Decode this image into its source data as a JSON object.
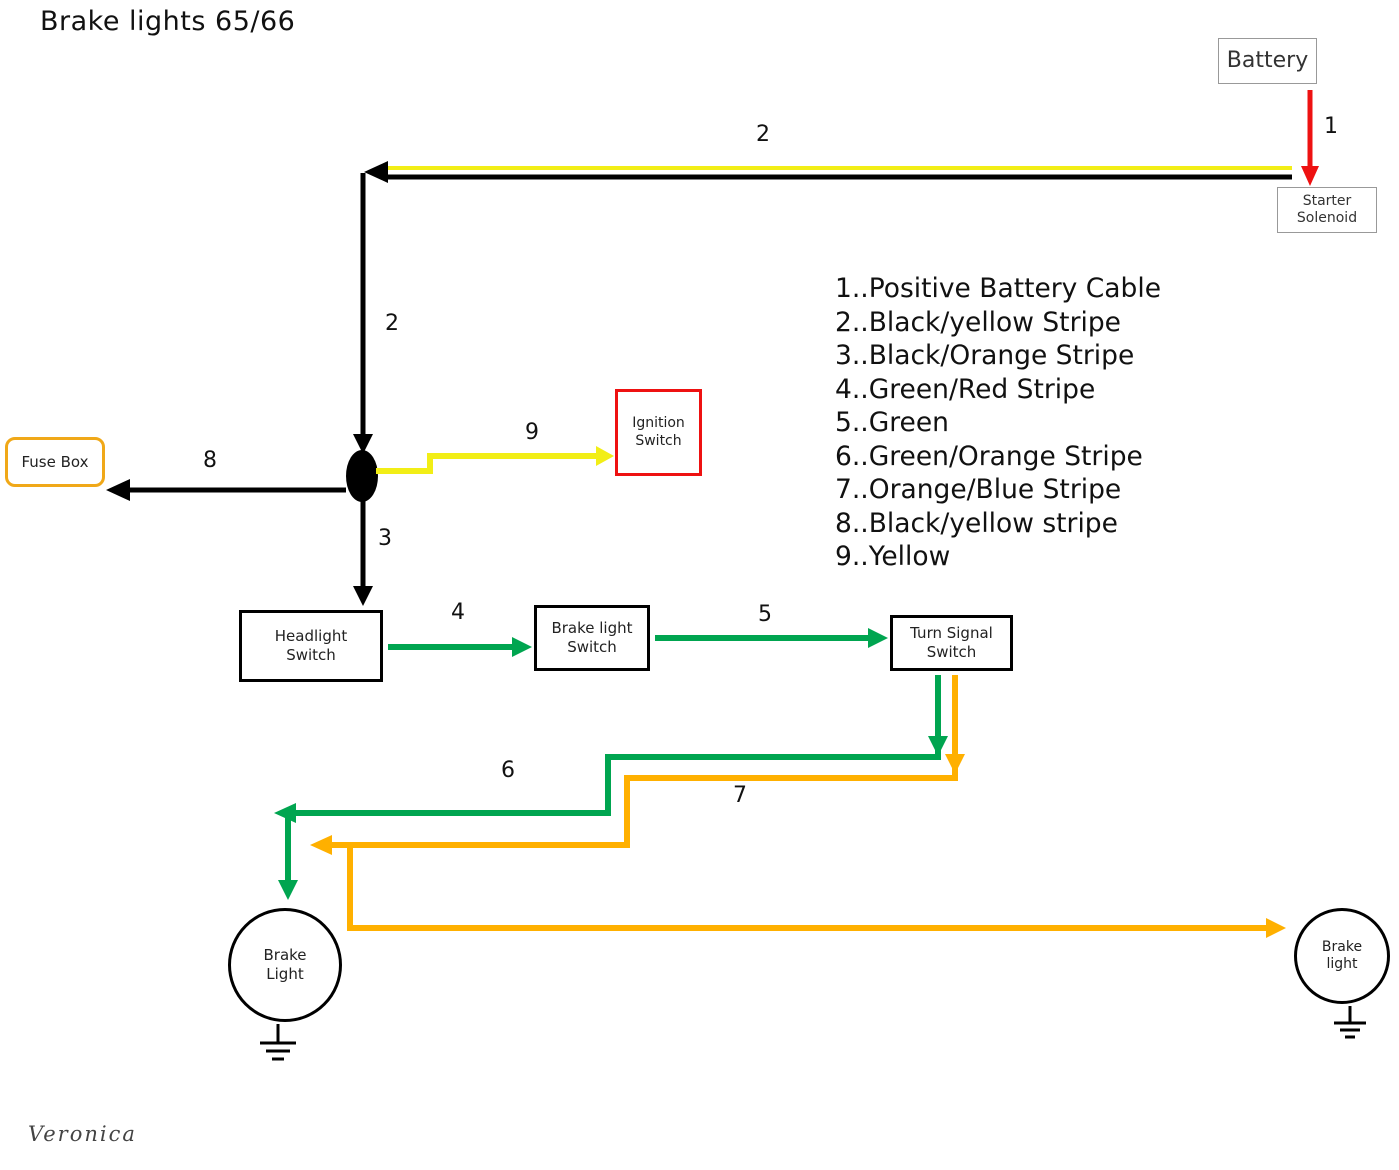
{
  "title": "Brake lights 65/66",
  "signature": "Veronica",
  "colors": {
    "yellow": "#f2ee16",
    "green": "#00a550",
    "orange": "#ffb000",
    "red": "#ee1111",
    "black": "#000000",
    "box_gray_border": "#999999",
    "fusebox_border": "#f0a818"
  },
  "components": {
    "battery": "Battery",
    "starter_solenoid": "Starter\nSolenoid",
    "fuse_box": "Fuse Box",
    "ignition_switch": "Ignition\nSwitch",
    "headlight_switch": "Headlight\nSwitch",
    "brake_light_switch": "Brake light\nSwitch",
    "turn_signal_switch": "Turn Signal\nSwitch",
    "brake_light_left": "Brake\nLight",
    "brake_light_right": "Brake\nlight"
  },
  "wire_labels": {
    "w1": "1",
    "w2_top": "2",
    "w2_vert": "2",
    "w3": "3",
    "w4": "4",
    "w5": "5",
    "w6": "6",
    "w7": "7",
    "w8": "8",
    "w9": "9"
  },
  "legend": {
    "items": [
      "1..Positive Battery Cable",
      "2..Black/yellow Stripe",
      "3..Black/Orange Stripe",
      "4..Green/Red Stripe",
      "5..Green",
      "6..Green/Orange Stripe",
      "7..Orange/Blue Stripe",
      "8..Black/yellow stripe",
      "9..Yellow"
    ]
  }
}
